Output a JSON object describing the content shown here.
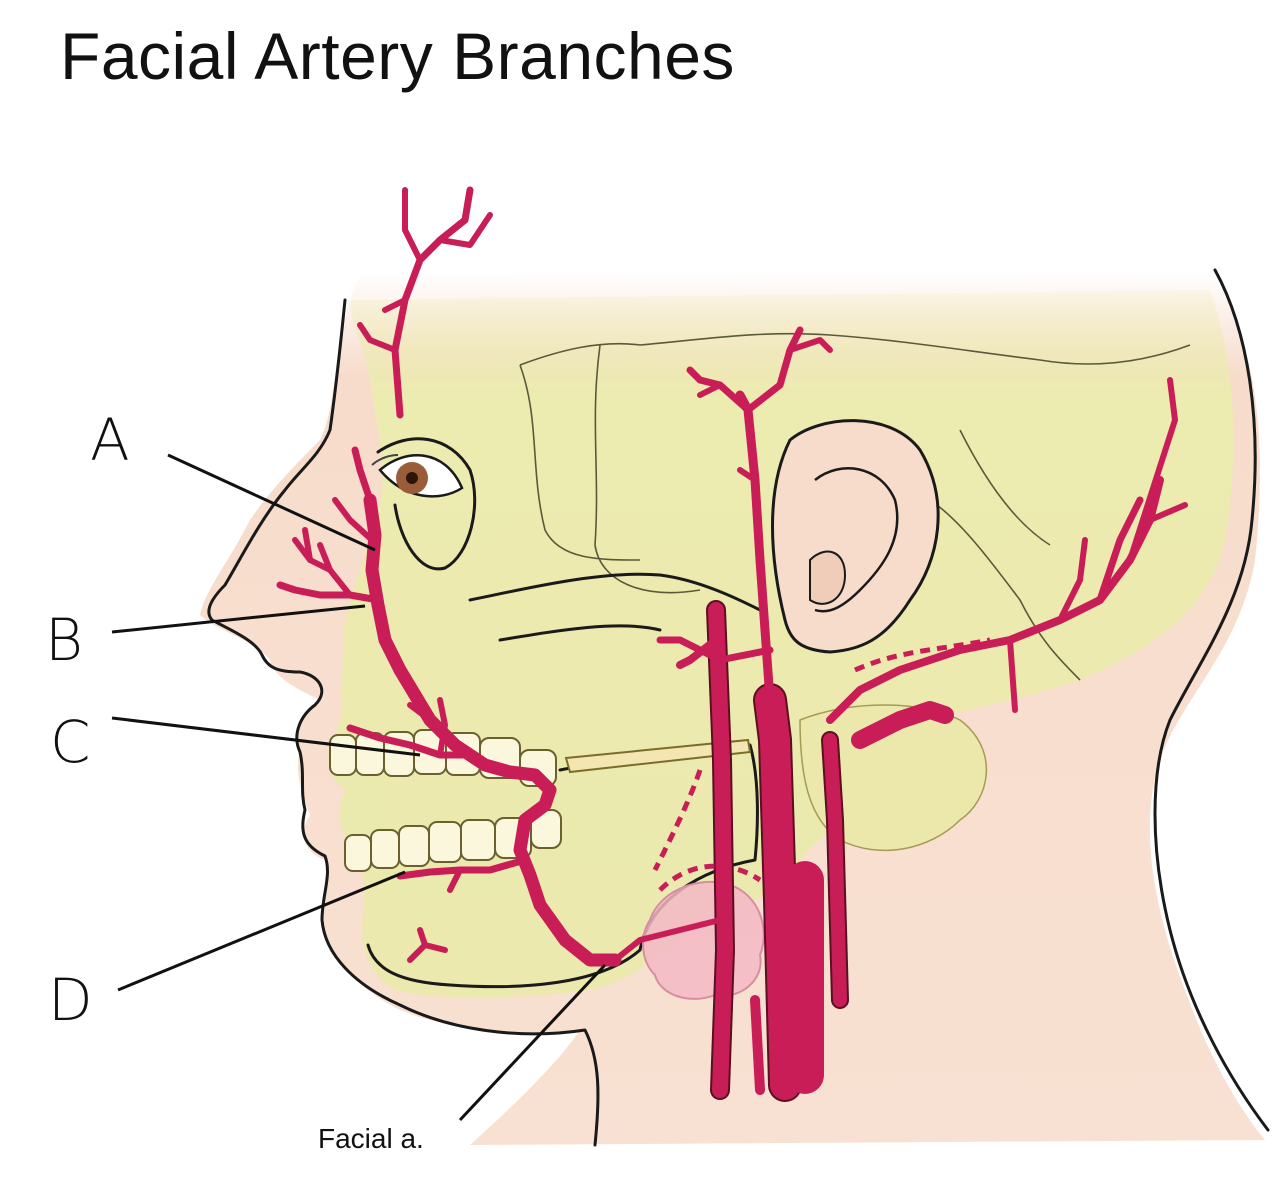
{
  "title": "Facial Artery Branches",
  "labels": {
    "a": "A",
    "b": "B",
    "c": "C",
    "d": "D",
    "facial": "Facial a."
  },
  "colors": {
    "artery": "#c91d57",
    "bone": "#ecebb0",
    "skin": "#f7dccb",
    "gland": "#f3b8c6"
  }
}
